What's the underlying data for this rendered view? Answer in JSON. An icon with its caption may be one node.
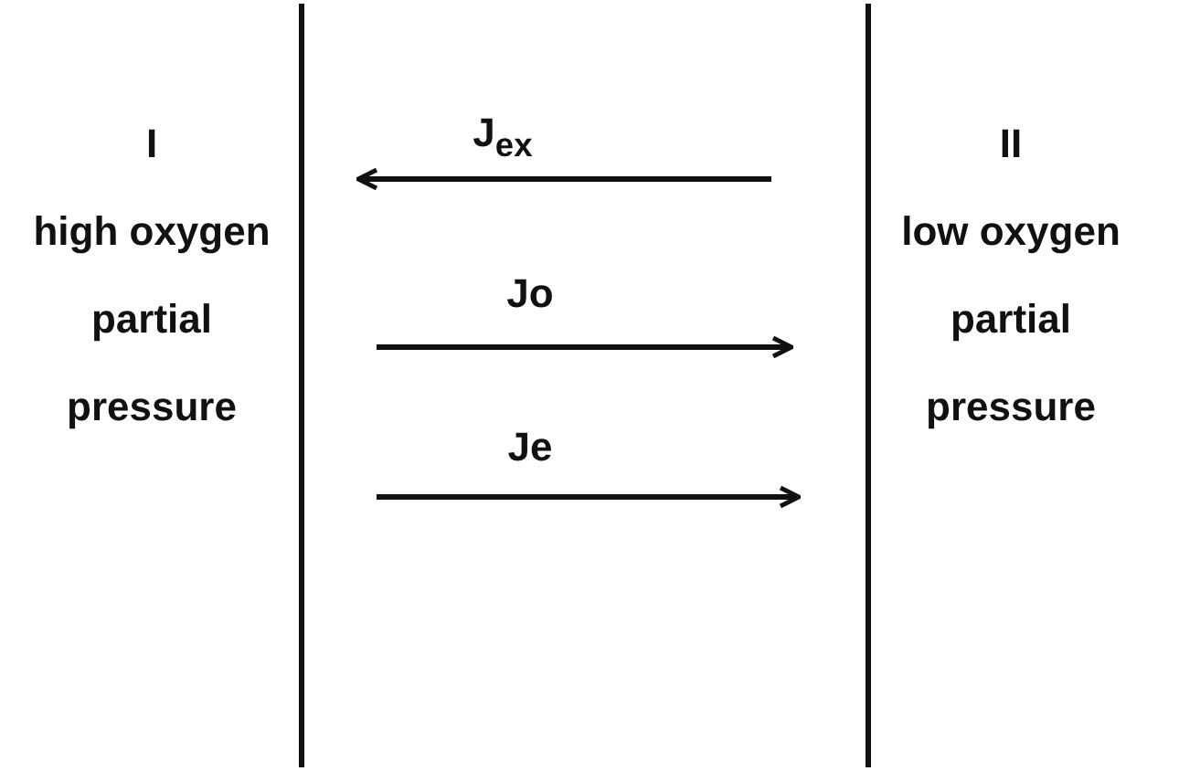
{
  "diagram": {
    "labels": [
      "I",
      "high oxygen partial pressure",
      "J$_{ex}$",
      "Jo",
      "Je",
      "II",
      "low oxygen partial pressure"
    ]
  }
}
